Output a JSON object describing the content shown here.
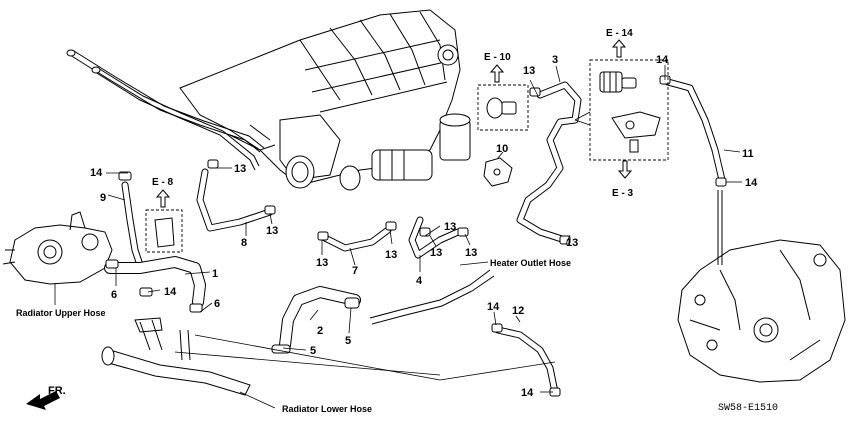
{
  "diagram_code": "SW58-E1510",
  "direction_label": "FR.",
  "callouts": {
    "heater_outlet": "Heater Outlet Hose",
    "radiator_upper": "Radiator Upper Hose",
    "radiator_lower": "Radiator Lower Hose"
  },
  "refs": {
    "e10": "E - 10",
    "e14": "E - 14",
    "e8": "E - 8",
    "e3": "E - 3"
  },
  "part_numbers": {
    "n1": "1",
    "n2": "2",
    "n3": "3",
    "n4": "4",
    "n5": "5",
    "n5b": "5",
    "n6a": "6",
    "n6b": "6",
    "n7": "7",
    "n8": "8",
    "n9": "9",
    "n10": "10",
    "n11": "11",
    "n12": "12",
    "n13a": "13",
    "n13b": "13",
    "n13c": "13",
    "n13d": "13",
    "n13e": "13",
    "n13f": "13",
    "n13g": "13",
    "n13h": "13",
    "n13i": "13",
    "n14a": "14",
    "n14b": "14",
    "n14c": "14",
    "n14d": "14",
    "n14e": "14",
    "n14f": "14"
  }
}
